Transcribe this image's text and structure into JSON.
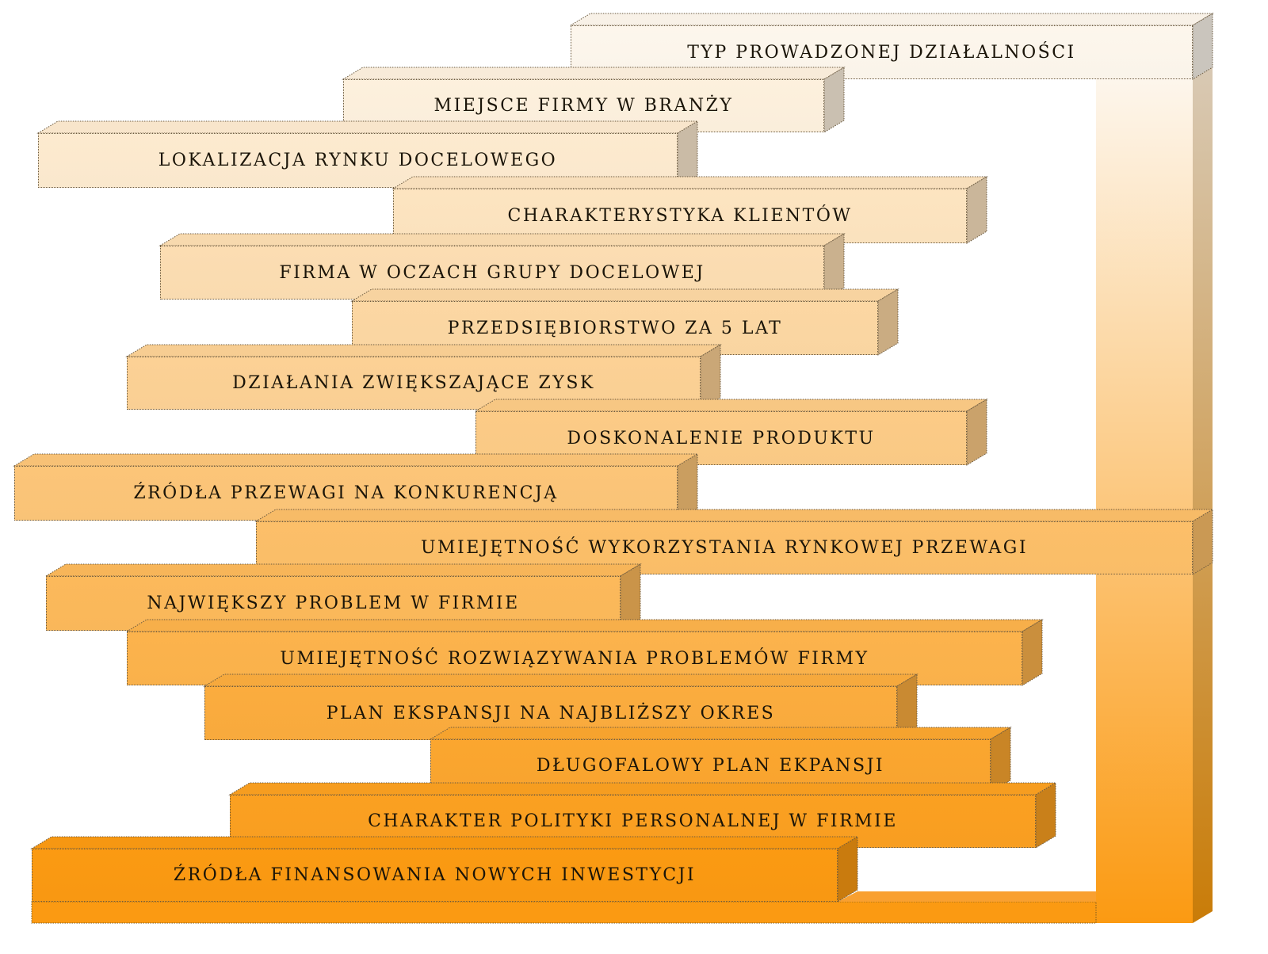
{
  "diagram": {
    "title": "",
    "steps": [
      {
        "label": "TYP PROWADZONEJ DZIAŁALNOŚCI"
      },
      {
        "label": "MIEJSCE FIRMY W BRANŻY"
      },
      {
        "label": "LOKALIZACJA RYNKU DOCELOWEGO"
      },
      {
        "label": "CHARAKTERYSTYKA KLIENTÓW"
      },
      {
        "label": "FIRMA W OCZACH GRUPY DOCELOWEJ"
      },
      {
        "label": "PRZEDSIĘBIORSTWO ZA 5 LAT"
      },
      {
        "label": "DZIAŁANIA ZWIĘKSZAJĄCE ZYSK"
      },
      {
        "label": "DOSKONALENIE PRODUKTU"
      },
      {
        "label": "ŹRÓDŁA PRZEWAGI NA KONKURENCJĄ"
      },
      {
        "label": "UMIEJĘTNOŚĆ WYKORZYSTANIA RYNKOWEJ PRZEWAGI"
      },
      {
        "label": "NAJWIĘKSZY PROBLEM W FIRMIE"
      },
      {
        "label": "UMIEJĘTNOŚĆ ROZWIĄZYWANIA PROBLEMÓW FIRMY"
      },
      {
        "label": "PLAN EKSPANSJI NA NAJBLIŻSZY OKRES"
      },
      {
        "label": "DŁUGOFALOWY PLAN EKPANSJI"
      },
      {
        "label": "CHARAKTER POLITYKI PERSONALNEJ W FIRMIE"
      },
      {
        "label": "ŹRÓDŁA FINANSOWANIA NOWYCH INWESTYCJI"
      }
    ],
    "colors": {
      "top": "#fdf6ec",
      "bottom": "#fb9a12"
    }
  }
}
